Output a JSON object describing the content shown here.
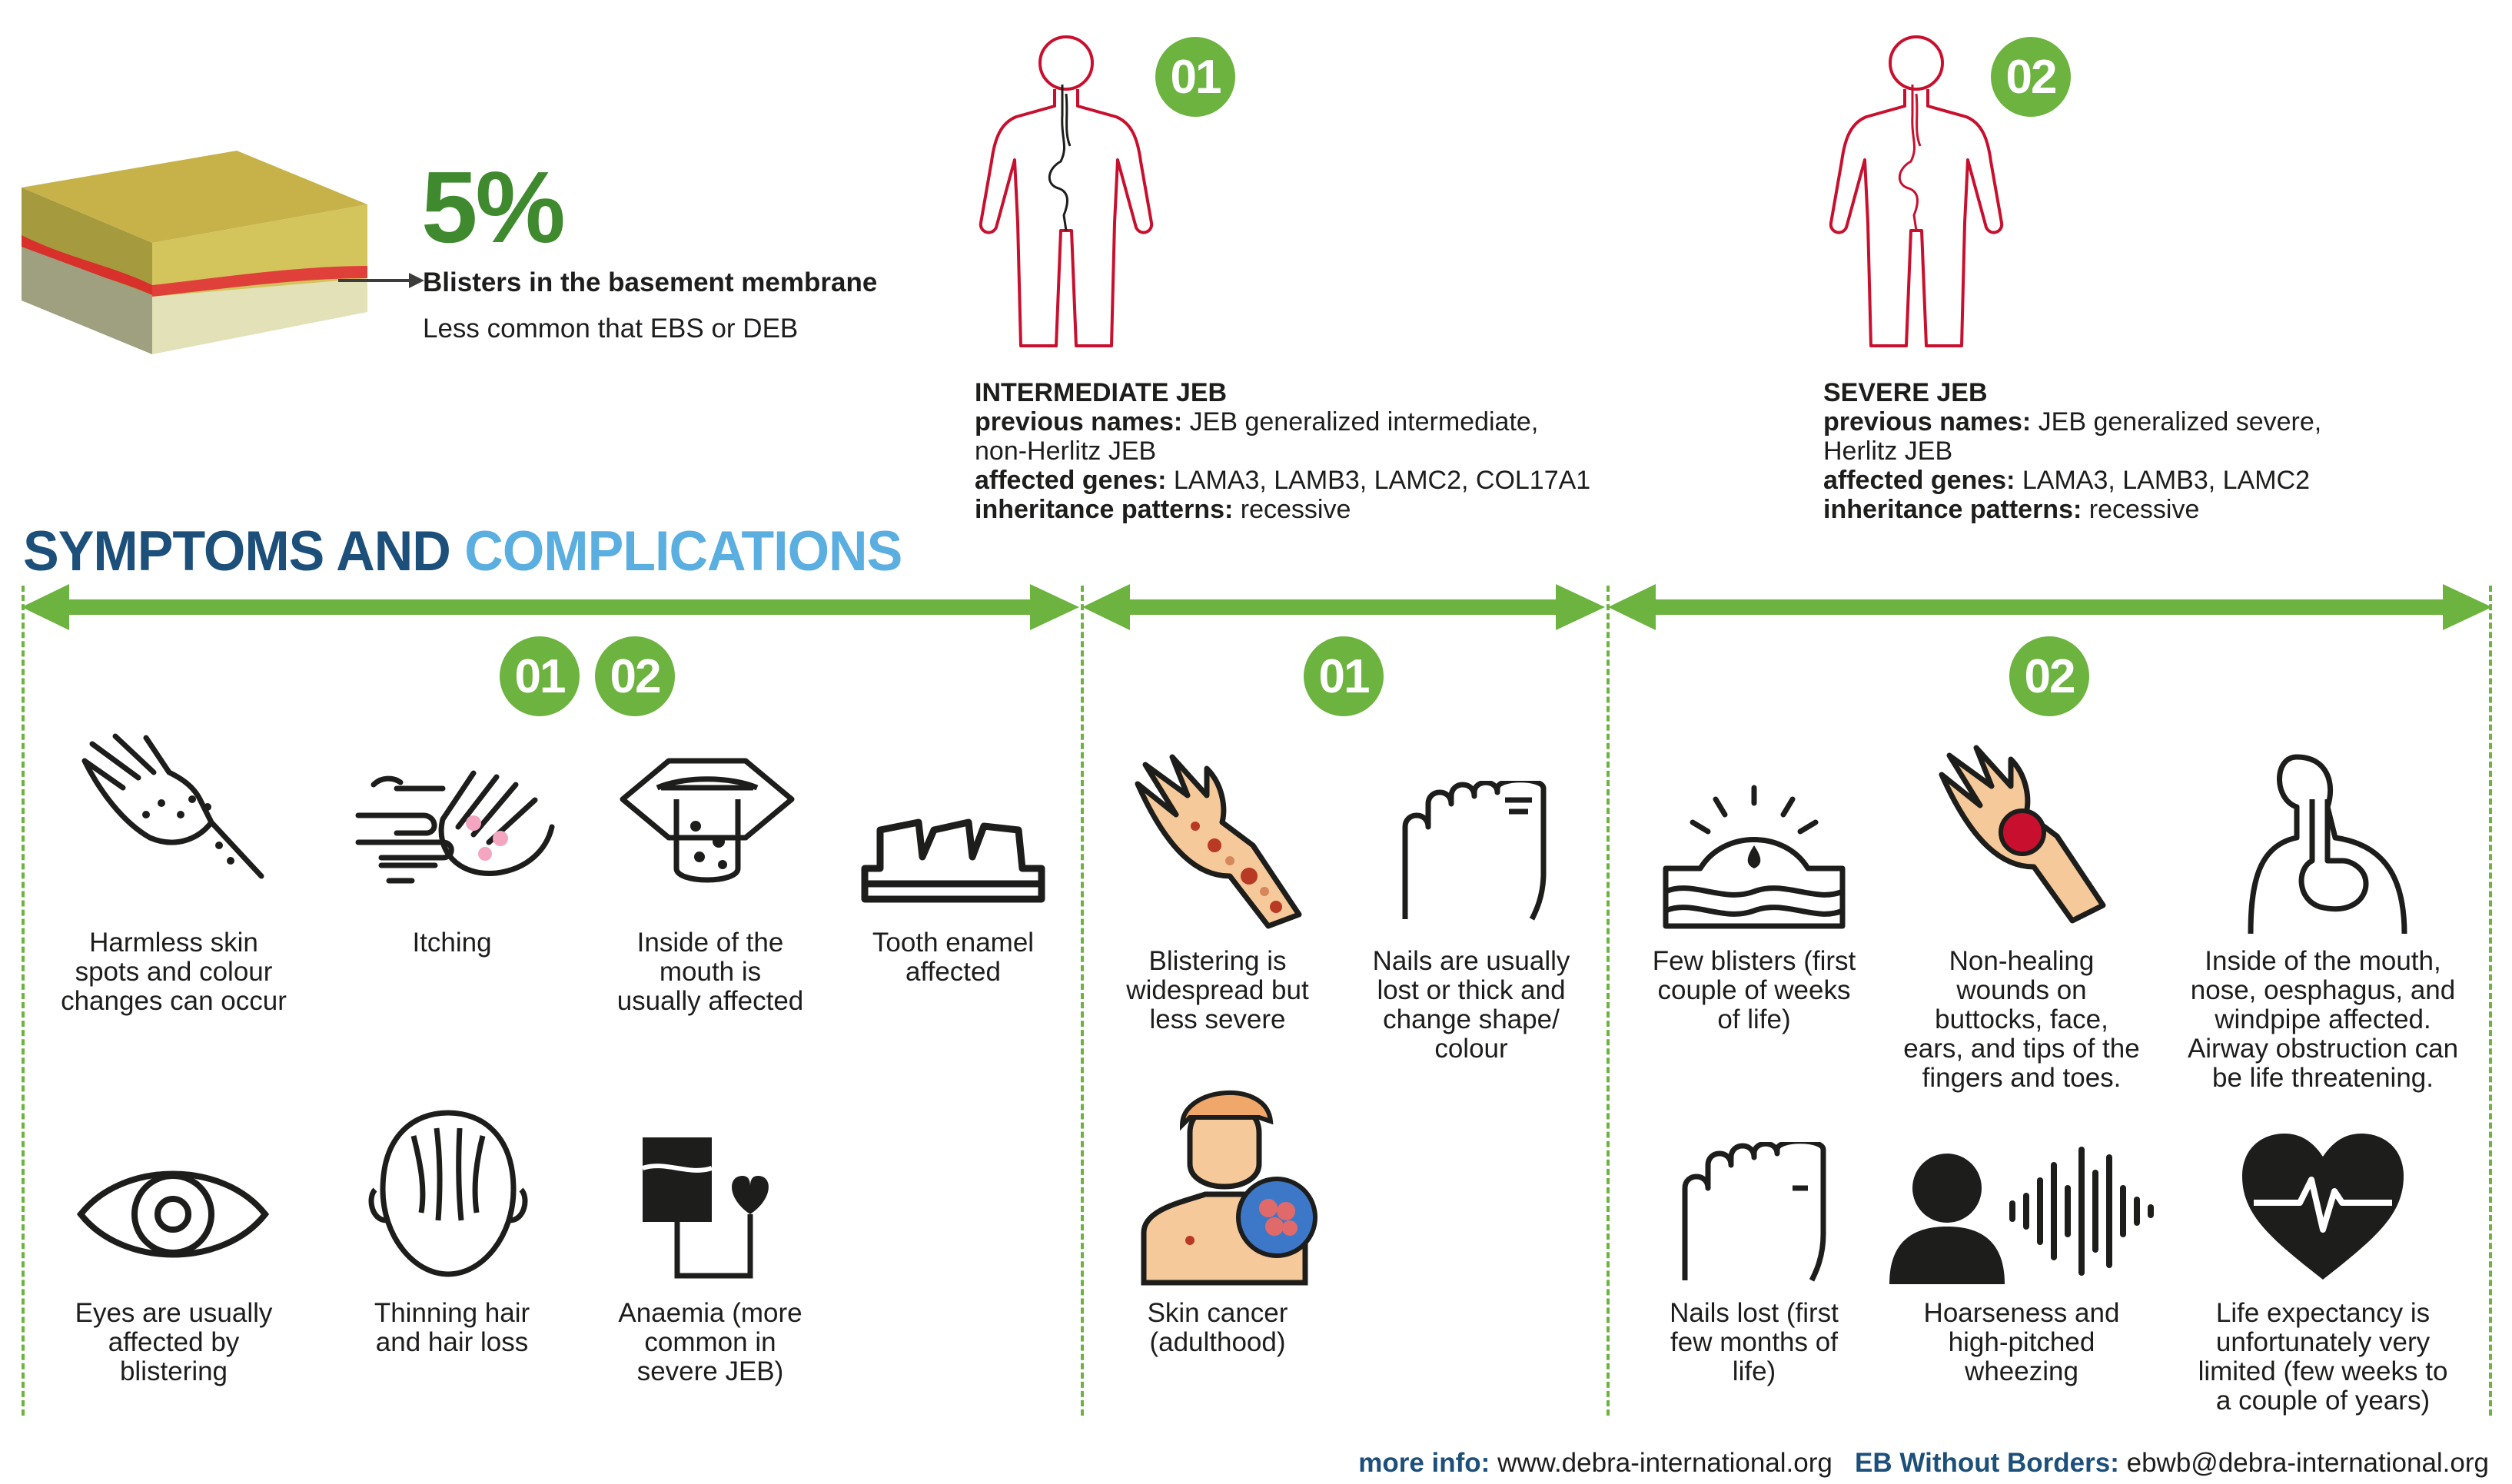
{
  "colors": {
    "green": "#6cb33f",
    "dark_green": "#3f8a2e",
    "navy": "#1c4f7a",
    "light_blue": "#5aaee0",
    "red": "#c8102e"
  },
  "header": {
    "stat_value": "5%",
    "stat_label": "Blisters in the basement membrane",
    "stat_note": "Less common that EBS or DEB"
  },
  "types": [
    {
      "badge": "01",
      "title": "INTERMEDIATE JEB",
      "previous_names_label": "previous names:",
      "previous_names_line1": "JEB generalized intermediate,",
      "previous_names_line2": "non-Herlitz JEB",
      "genes_label": "affected genes:",
      "genes": "LAMA3, LAMB3, LAMC2, COL17A1",
      "inheritance_label": "inheritance patterns:",
      "inheritance": "recessive"
    },
    {
      "badge": "02",
      "title": "SEVERE JEB",
      "previous_names_label": "previous names:",
      "previous_names_line1": "JEB generalized severe,",
      "previous_names_line2": "Herlitz JEB",
      "genes_label": "affected genes:",
      "genes": "LAMA3, LAMB3, LAMC2",
      "inheritance_label": "inheritance patterns:",
      "inheritance": "recessive"
    }
  ],
  "section": {
    "title_part1": "SYMPTOMS AND",
    "title_part2": "COMPLICATIONS"
  },
  "groups": [
    {
      "badges": [
        "01",
        "02"
      ],
      "items": [
        {
          "icon": "hand-spots-icon",
          "lines": [
            "Harmless skin",
            "spots and colour",
            "changes can occur"
          ]
        },
        {
          "icon": "itching-hands-icon",
          "lines": [
            "Itching"
          ]
        },
        {
          "icon": "mouth-icon",
          "lines": [
            "Inside of the",
            "mouth is",
            "usually affected"
          ]
        },
        {
          "icon": "teeth-icon",
          "lines": [
            "Tooth enamel",
            "affected"
          ]
        },
        {
          "icon": "eye-icon",
          "lines": [
            "Eyes are usually",
            "affected by",
            "blistering"
          ]
        },
        {
          "icon": "hair-loss-icon",
          "lines": [
            "Thinning hair",
            "and hair loss"
          ]
        },
        {
          "icon": "blood-bag-icon",
          "lines": [
            "Anaemia (more",
            "common in",
            "severe JEB)"
          ]
        }
      ]
    },
    {
      "badges": [
        "01"
      ],
      "items": [
        {
          "icon": "blistered-hand-icon",
          "lines": [
            "Blistering is",
            "widespread but",
            "less severe"
          ]
        },
        {
          "icon": "foot-nails-icon",
          "lines": [
            "Nails are usually",
            "lost or thick and",
            "change shape/",
            "colour"
          ]
        },
        {
          "icon": "skin-cancer-icon",
          "lines": [
            "Skin cancer",
            "(adulthood)"
          ]
        }
      ]
    },
    {
      "badges": [
        "02"
      ],
      "items": [
        {
          "icon": "skin-blister-icon",
          "lines": [
            "Few blisters (first",
            "couple of weeks",
            "of life)"
          ]
        },
        {
          "icon": "wound-hand-icon",
          "lines": [
            "Non-healing",
            "wounds on",
            "buttocks, face,",
            "ears, and tips of the",
            "fingers and toes."
          ]
        },
        {
          "icon": "airway-icon",
          "lines": [
            "Inside of the mouth,",
            "nose, oesphagus, and",
            "windpipe affected.",
            "Airway obstruction can",
            "be life threatening."
          ]
        },
        {
          "icon": "foot-nails-lost-icon",
          "lines": [
            "Nails lost (first",
            "few months of",
            "life)"
          ]
        },
        {
          "icon": "voice-icon",
          "lines": [
            "Hoarseness and",
            "high-pitched",
            "wheezing"
          ]
        },
        {
          "icon": "heartbeat-icon",
          "lines": [
            "Life expectancy is",
            "unfortunately very",
            "limited (few weeks to",
            "a couple of years)"
          ]
        }
      ]
    }
  ],
  "footer": {
    "more_info_label": "more info:",
    "more_info_url": "www.debra-international.org",
    "ebwb_label": "EB Without Borders:",
    "ebwb_email": "ebwb@debra-international.org"
  }
}
